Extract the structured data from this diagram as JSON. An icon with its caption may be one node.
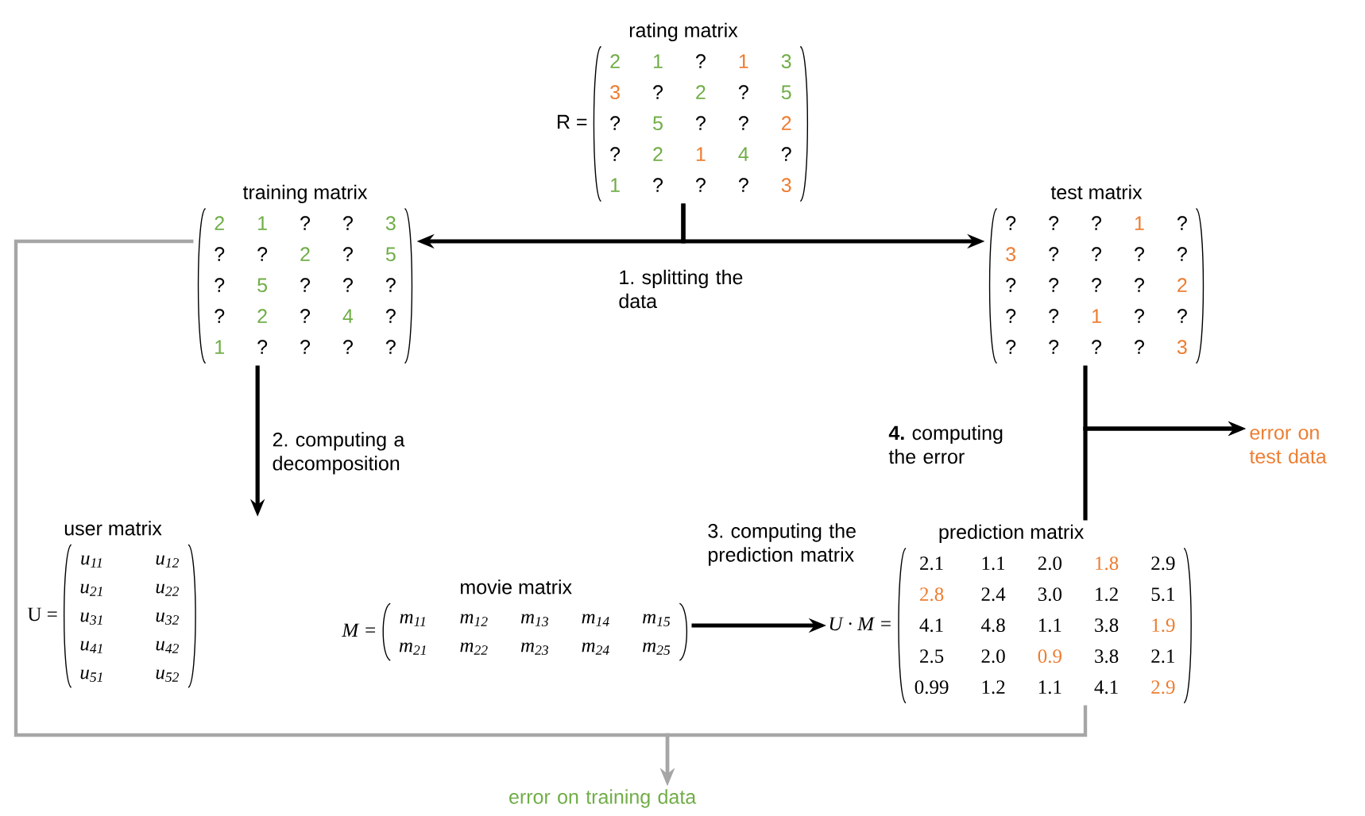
{
  "diagram": {
    "nodes": [
      {
        "text": [
          "rating matrix",
          "R =",
          "2",
          "1",
          "?",
          "1",
          "3",
          "3",
          "?",
          "2",
          "?",
          "5",
          "?",
          "5",
          "?",
          "?",
          "2",
          "?",
          "2",
          "1",
          "4",
          "?",
          "1",
          "?",
          "?",
          "?",
          "3"
        ]
      },
      {
        "text": [
          "training matrix",
          "2",
          "1",
          "?",
          "?",
          "3",
          "?",
          "?",
          "2",
          "?",
          "5",
          "?",
          "5",
          "?",
          "?",
          "?",
          "?",
          "2",
          "?",
          "4",
          "?",
          "1",
          "?",
          "?",
          "?",
          "?"
        ]
      },
      {
        "text": [
          "test matrix",
          "?",
          "?",
          "?",
          "1",
          "?",
          "3",
          "?",
          "?",
          "?",
          "?",
          "?",
          "?",
          "?",
          "?",
          "2",
          "?",
          "?",
          "1",
          "?",
          "?",
          "?",
          "?",
          "?",
          "?",
          "3"
        ]
      },
      {
        "text": [
          "user matrix",
          "U =",
          "u$_{11}$",
          "u$_{12}$",
          "u$_{21}$",
          "u$_{22}$",
          "u$_{31}$",
          "u$_{32}$",
          "u$_{41}$",
          "u$_{42}$",
          "u$_{51}$",
          "u$_{52}$"
        ]
      },
      {
        "text": [
          "movie matrix",
          "M =",
          "m$_{11}$",
          "m$_{12}$",
          "m$_{13}$",
          "m$_{14}$",
          "m$_{15}$",
          "m$_{21}$",
          "m$_{22}$",
          "m$_{23}$",
          "m$_{24}$",
          "m$_{25}$"
        ]
      },
      {
        "text": [
          "prediction matrix",
          "U · M =",
          "2.1",
          "1.1",
          "2.0",
          "1.8",
          "2.9",
          "2.8",
          "2.4",
          "3.0",
          "1.2",
          "5.1",
          "4.1",
          "4.8",
          "1.1",
          "3.8",
          "1.9",
          "2.5",
          "2.0",
          "0.9",
          "3.8",
          "2.1",
          "0.99",
          "1.2",
          "1.1",
          "4.1",
          "2.9"
        ]
      },
      {
        "text": [
          "error on test data"
        ]
      },
      {
        "text": [
          "error on training data"
        ]
      }
    ],
    "edges": [
      {
        "from": 0,
        "to": 1,
        "arrow": "to"
      },
      {
        "from": 0,
        "to": 2,
        "arrow": "to",
        "label": "1. splitting the data"
      },
      {
        "from": 1,
        "to": 3,
        "arrow": "to",
        "label": "2. computing a decomposition"
      },
      {
        "from": 4,
        "to": 5,
        "arrow": "to",
        "label": "3. computing the prediction matrix"
      },
      {
        "from": 2,
        "to": 6,
        "arrow": "to",
        "label": "**4.** computing the error"
      },
      {
        "from": 5,
        "to": 6,
        "arrow": "to"
      },
      {
        "from": 1,
        "to": 7,
        "arrow": "to",
        "color": "#a6a6a6"
      },
      {
        "from": 5,
        "to": 7,
        "arrow": "to",
        "color": "#a6a6a6"
      }
    ]
  }
}
